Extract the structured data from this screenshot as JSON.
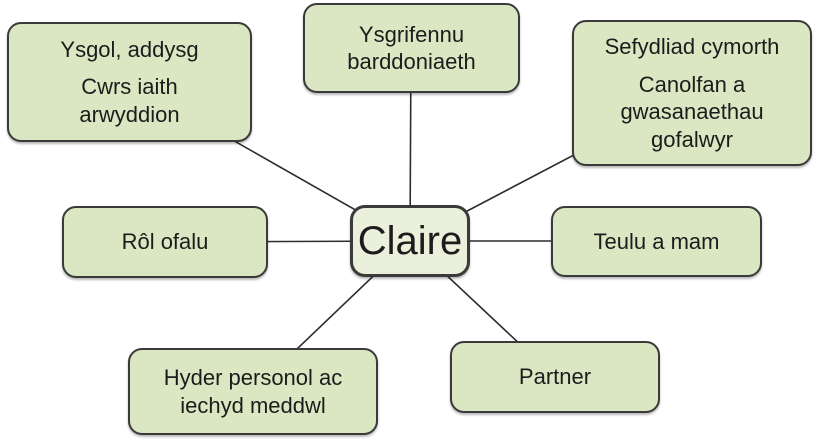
{
  "colors": {
    "background": "#ffffff",
    "node_fill": "#dbe7c2",
    "center_fill": "#eaf0dc",
    "node_border": "#3a3a3a",
    "connector": "#2d2d2d",
    "text": "#1c1c1c"
  },
  "center_node": {
    "label": "Claire"
  },
  "nodes": {
    "ysgol": {
      "line1": "Ysgol, addysg",
      "line2": "Cwrs iaith arwyddion"
    },
    "ysgrifennu": {
      "line1": "Ysgrifennu barddoniaeth"
    },
    "sefydliad": {
      "line1": "Sefydliad cymorth",
      "line2": "Canolfan a gwasanaethau gofalwyr"
    },
    "rol": {
      "line1": "Rôl ofalu"
    },
    "teulu": {
      "line1": "Teulu a mam"
    },
    "hyder": {
      "line1": "Hyder personol ac iechyd meddwl"
    },
    "partner": {
      "line1": "Partner"
    }
  }
}
